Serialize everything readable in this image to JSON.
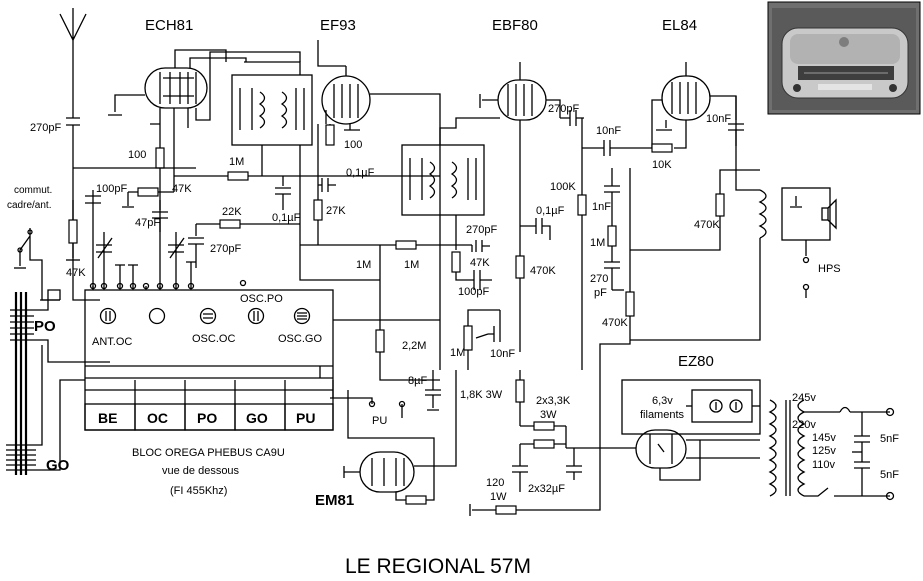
{
  "title": "LE REGIONAL 57M",
  "tubes": {
    "ech81": "ECH81",
    "ef93": "EF93",
    "ebf80": "EBF80",
    "el84": "EL84",
    "ez80": "EZ80",
    "em81": "EM81"
  },
  "bloc": {
    "buttons": [
      "BE",
      "OC",
      "PO",
      "GO",
      "PU"
    ],
    "antoc": "ANT.OC",
    "oscoc": "OSC.OC",
    "oscgo": "OSC.GO",
    "oscpo": "OSC.PO",
    "caption1": "BLOC OREGA PHEBUS CA9U",
    "caption2": "vue de dessous",
    "caption3": "(FI 455Khz)"
  },
  "labels": {
    "po": "PO",
    "go": "GO",
    "pu": "PU",
    "hps": "HPS",
    "commut1": "commut.",
    "commut2": "cadre/ant.",
    "filaments1": "6,3v",
    "filaments2": "filaments",
    "v245": "245v",
    "v220": "220v",
    "v145": "145v",
    "v125": "125v",
    "v110": "110v"
  },
  "components": {
    "c270pf_ant": "270pF",
    "r100_ech": "100",
    "c100pf": "100pF",
    "r47k_a": "47K",
    "c47pf": "47pF",
    "r1m_a": "1M",
    "r22k": "22K",
    "c01uf_a": "0,1µF",
    "c270pf_b": "270pF",
    "r47k_ant": "47K",
    "r100_ef": "100",
    "c01uf_b": "0,1µF",
    "r27k": "27K",
    "r1m_b": "1M",
    "r1m_c": "1M",
    "c270pf_c": "270pF",
    "r47k_b": "47K",
    "c100pf_b": "100pF",
    "r22m": "2,2M",
    "r1m_d": "1M",
    "c10nf_a": "10nF",
    "c8uf": "8µF",
    "c270pf_d": "270pF",
    "c10nf_b": "10nF",
    "r100k": "100K",
    "c1nf": "1nF",
    "c01uf_c": "0,1µF",
    "r470k_a": "470K",
    "r1m_e": "1M",
    "c270pf_e1": "270",
    "c270pf_e2": "pF",
    "r470k_b": "470K",
    "r10k": "10K",
    "c10nf_c": "10nF",
    "r470k_c": "470K",
    "r18k": "1,8K 3W",
    "r2x33k1": "2x3,3K",
    "r2x33k2": "3W",
    "r120_1": "120",
    "r120_2": "1W",
    "c2x32": "2x32µF",
    "c5nf_a": "5nF",
    "c5nf_b": "5nF"
  },
  "colors": {
    "ink": "#000000",
    "paper": "#ffffff"
  }
}
